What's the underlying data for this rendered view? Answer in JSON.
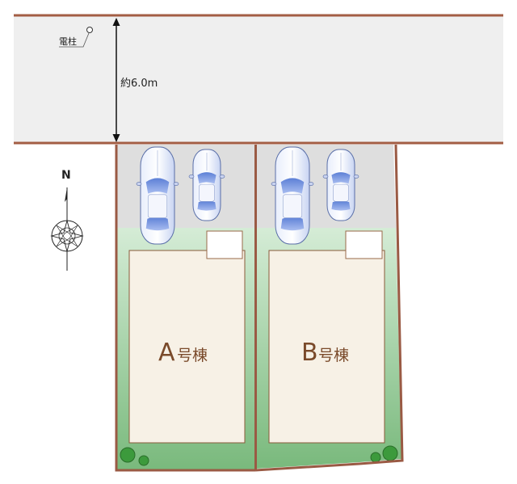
{
  "road": {
    "pole_label": "電柱",
    "width_label": "約6.0m"
  },
  "compass": {
    "north_label": "N"
  },
  "lots": [
    {
      "label_letter": "A",
      "label_suffix": "号棟",
      "parking_cars": 2
    },
    {
      "label_letter": "B",
      "label_suffix": "号棟",
      "parking_cars": 2
    }
  ],
  "colors": {
    "road_fill": "#efefef",
    "road_edge": "#a35d44",
    "parking": "#dedede",
    "garden": "#8bc48f",
    "house_fill": "#f7f1e6",
    "house_stroke": "#8a5a3a",
    "lot_border": "#9a5a44",
    "car_blue": "#7a9ae0",
    "tree": "#3c9a3c"
  }
}
